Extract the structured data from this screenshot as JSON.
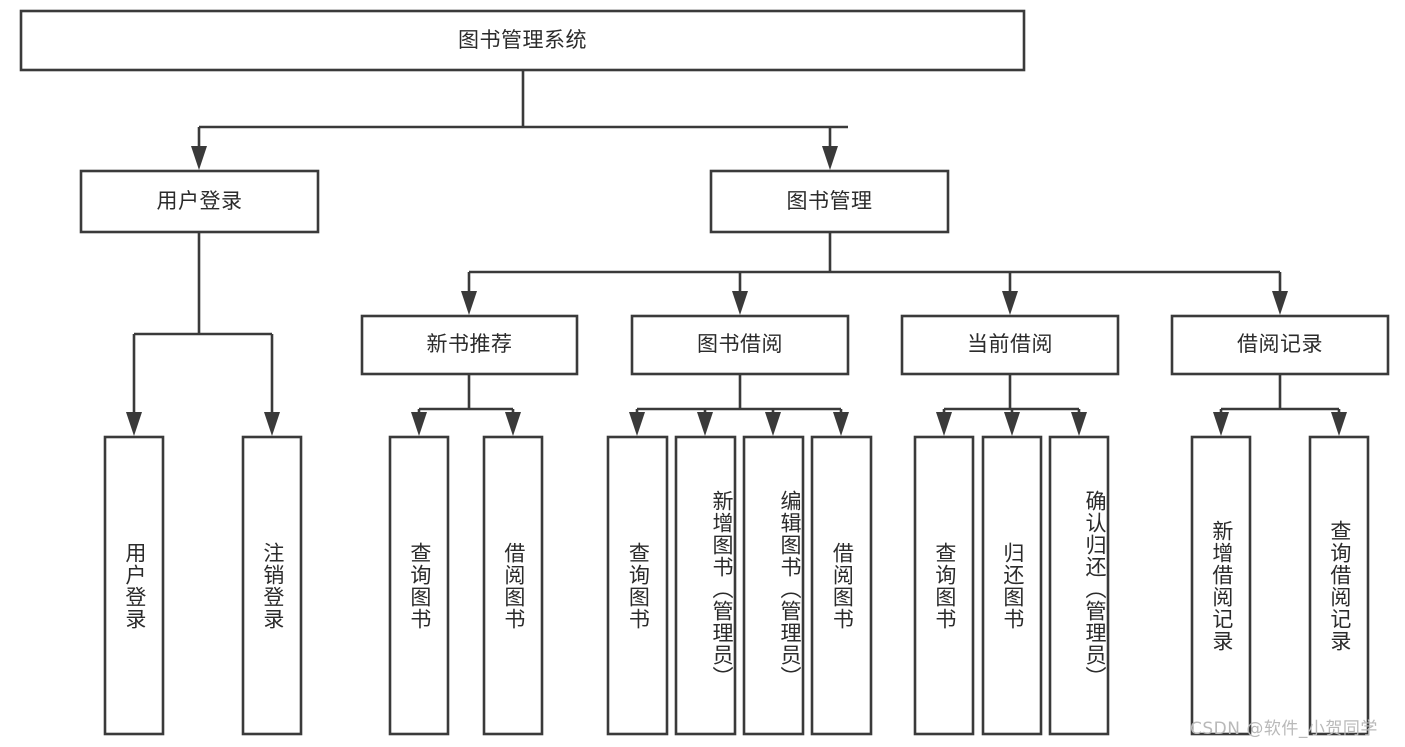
{
  "diagram": {
    "type": "tree-hierarchy",
    "title": "图书管理系统",
    "theme": {
      "background": "#ffffff",
      "box_stroke": "#3a3a3a",
      "box_fill": "#ffffff",
      "text_color": "#2b2b2b",
      "watermark_color": "#b9b9b9"
    },
    "root": {
      "label": "图书管理系统",
      "orientation": "horizontal"
    },
    "level2": [
      {
        "label": "用户登录",
        "orientation": "horizontal"
      },
      {
        "label": "图书管理",
        "orientation": "horizontal"
      }
    ],
    "level3": [
      {
        "label": "新书推荐",
        "orientation": "horizontal",
        "parent": "图书管理"
      },
      {
        "label": "图书借阅",
        "orientation": "horizontal",
        "parent": "图书管理"
      },
      {
        "label": "当前借阅",
        "orientation": "horizontal",
        "parent": "图书管理"
      },
      {
        "label": "借阅记录",
        "orientation": "horizontal",
        "parent": "图书管理"
      }
    ],
    "leaves": [
      {
        "label": "用户登录",
        "orientation": "vertical",
        "parent": "用户登录"
      },
      {
        "label": "注销登录",
        "orientation": "vertical",
        "parent": "用户登录"
      },
      {
        "label": "查询图书",
        "orientation": "vertical",
        "parent": "新书推荐"
      },
      {
        "label": "借阅图书",
        "orientation": "vertical",
        "parent": "新书推荐"
      },
      {
        "label": "查询图书",
        "orientation": "vertical",
        "parent": "图书借阅"
      },
      {
        "label": "新增图书（管理员）",
        "orientation": "vertical",
        "parent": "图书借阅"
      },
      {
        "label": "编辑图书（管理员）",
        "orientation": "vertical",
        "parent": "图书借阅"
      },
      {
        "label": "借阅图书",
        "orientation": "vertical",
        "parent": "图书借阅"
      },
      {
        "label": "查询图书",
        "orientation": "vertical",
        "parent": "当前借阅"
      },
      {
        "label": "归还图书",
        "orientation": "vertical",
        "parent": "当前借阅"
      },
      {
        "label": "确认归还（管理员）",
        "orientation": "vertical",
        "parent": "当前借阅"
      },
      {
        "label": "新增借阅记录",
        "orientation": "vertical",
        "parent": "借阅记录"
      },
      {
        "label": "查询借阅记录",
        "orientation": "vertical",
        "parent": "借阅记录"
      }
    ],
    "watermark": "CSDN @软件_小贺同学"
  }
}
